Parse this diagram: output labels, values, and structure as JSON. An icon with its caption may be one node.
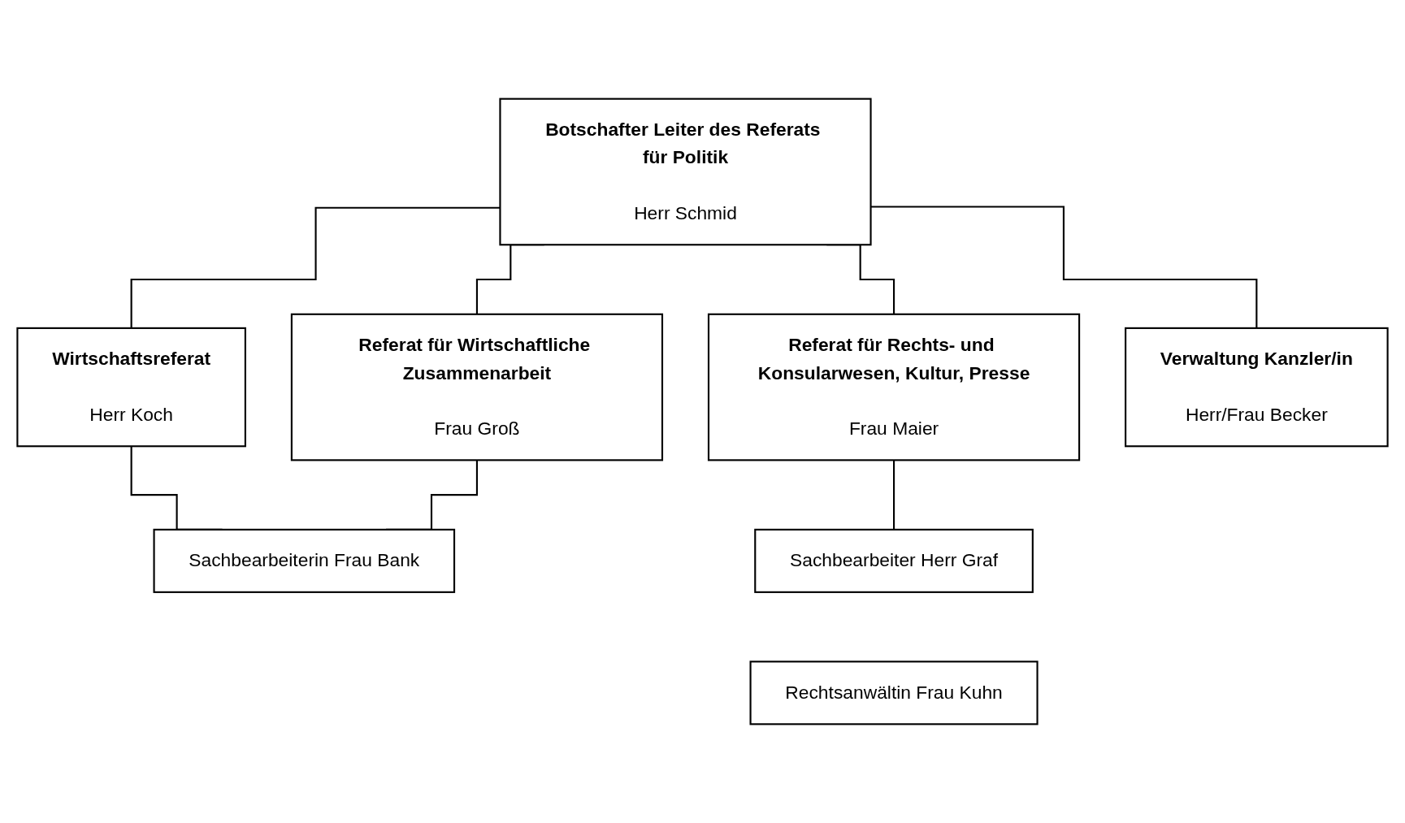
{
  "diagram": {
    "nodes": [
      {
        "text": [
          "Botschafter Leiter des Referats für Politik",
          "Herr Schmid"
        ]
      },
      {
        "text": [
          "Wirtschaftsreferat",
          "Herr Koch"
        ]
      },
      {
        "text": [
          "Referat für Wirtschaftliche Zusammenarbeit",
          "Frau Groß"
        ]
      },
      {
        "text": [
          "Referat für Rechts- und Konsularwesen, Kultur, Presse",
          "Frau Maier"
        ]
      },
      {
        "text": [
          "Verwaltung Kanzler/in",
          "Herr/Frau Becker"
        ]
      },
      {
        "text": [
          "Sachbearbeiterin Frau Bank"
        ]
      },
      {
        "text": [
          "Sachbearbeiter Herr Graf"
        ]
      },
      {
        "text": [
          "Rechtsanwältin Frau Kuhn"
        ]
      }
    ],
    "edges": [
      {
        "from": 0,
        "to": 1,
        "arrow": "none"
      },
      {
        "from": 0,
        "to": 2,
        "arrow": "none"
      },
      {
        "from": 0,
        "to": 3,
        "arrow": "none"
      },
      {
        "from": 0,
        "to": 4,
        "arrow": "none"
      },
      {
        "from": 1,
        "to": 5,
        "arrow": "none"
      },
      {
        "from": 2,
        "to": 5,
        "arrow": "none"
      },
      {
        "from": 3,
        "to": 6,
        "arrow": "none"
      }
    ]
  }
}
